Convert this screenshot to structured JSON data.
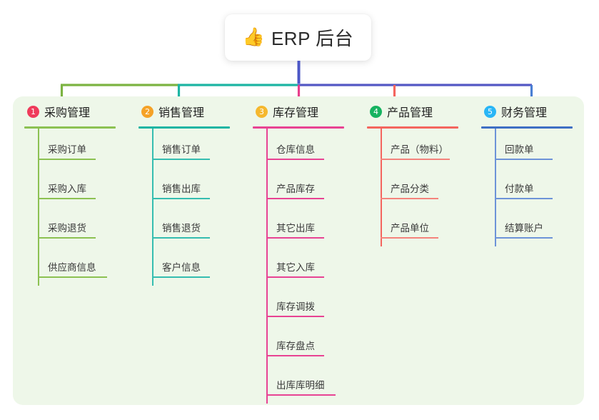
{
  "root": {
    "icon": "thumbs-up-icon",
    "emoji": "👍",
    "title": "ERP 后台"
  },
  "colors": {
    "panel_bg": "#eef7e9",
    "root_card_bg": "#ffffff",
    "root_connector": "#4c57c6",
    "bus_left_green": "#7cb342",
    "bus_teal": "#1cb5a3",
    "bus_purple": "#5358c4",
    "drop_pink": "#e83e8c",
    "drop_red": "#f4655e",
    "drop_blue": "#4a7fd4",
    "text_dark": "#1f1f1f",
    "text_leaf": "#3a3a3a"
  },
  "columns": [
    {
      "index": "1",
      "title": "采购管理",
      "badge_color": "#ef3b5b",
      "rule_color": "#8cc152",
      "spine_color": "#8cc152",
      "leaf_rule_color": "#8cc152",
      "drop_color": "#7cb342",
      "leaves": [
        "采购订单",
        "采购入库",
        "采购退货",
        "供应商信息"
      ]
    },
    {
      "index": "2",
      "title": "销售管理",
      "badge_color": "#f5a councils",
      "rule_color": "#1cb5a3",
      "spine_color": "#35bdb0",
      "leaf_rule_color": "#35bdb0",
      "drop_color": "#1cb5a3",
      "leaves": [
        "销售订单",
        "销售出库",
        "销售退货",
        "客户信息"
      ]
    },
    {
      "index": "3",
      "title": "库存管理",
      "badge_color": "#f5b82e",
      "rule_color": "#e84393",
      "spine_color": "#e84393",
      "leaf_rule_color": "#e84393",
      "drop_color": "#e83e8c",
      "leaves": [
        "仓库信息",
        "产品库存",
        "其它出库",
        "其它入库",
        "库存调拨",
        "库存盘点",
        "出库库明细"
      ]
    },
    {
      "index": "4",
      "title": "产品管理",
      "badge_color": "#16b360",
      "rule_color": "#f4655e",
      "spine_color": "#f4655e",
      "leaf_rule_color": "#f4837c",
      "drop_color": "#f4655e",
      "leaves": [
        "产品（物料）",
        "产品分类",
        "产品单位"
      ]
    },
    {
      "index": "5",
      "title": "财务管理",
      "badge_color": "#29b6f6",
      "rule_color": "#3f6fc4",
      "spine_color": "#6d93d8",
      "leaf_rule_color": "#6d93d8",
      "drop_color": "#4a7fd4",
      "leaves": [
        "回款单",
        "付款单",
        "结算账户"
      ]
    }
  ]
}
